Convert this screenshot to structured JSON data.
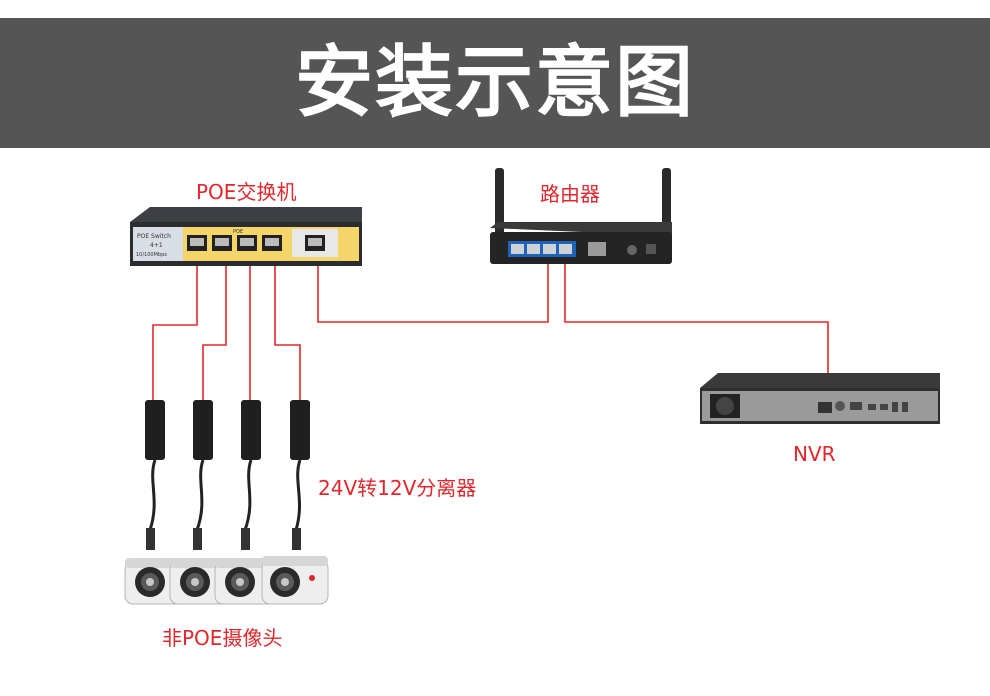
{
  "title": "安装示意图",
  "labels": {
    "poe_switch": "POE交换机",
    "router": "路由器",
    "nvr": "NVR",
    "splitter": "24V转12V分离器",
    "cameras": "非POE摄像头"
  },
  "device_text": {
    "switch_brand": "POE Switch",
    "switch_ports": "4+1",
    "switch_speed": "10/100Mbps",
    "switch_poe": "POE"
  },
  "colors": {
    "title_bg": "#555555",
    "label": "#e0282c",
    "cable": "#e0282c",
    "switch_panel": "#f4d56a"
  }
}
